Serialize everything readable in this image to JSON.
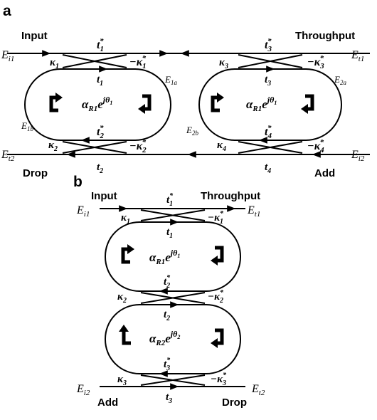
{
  "panel_a": {
    "label": "a",
    "ports": {
      "input": "Input",
      "throughput": "Throughput",
      "drop": "Drop",
      "add": "Add"
    },
    "fields": {
      "ei1": {
        "base": "E",
        "sub": "i1"
      },
      "et1": {
        "base": "E",
        "sub": "t1"
      },
      "et2": {
        "base": "E",
        "sub": "t2"
      },
      "ei2": {
        "base": "E",
        "sub": "i2"
      },
      "e1a": {
        "base": "E",
        "sub": "1a"
      },
      "e1b": {
        "base": "E",
        "sub": "1b"
      },
      "e2a": {
        "base": "E",
        "sub": "2a"
      },
      "e2b": {
        "base": "E",
        "sub": "2b"
      }
    },
    "coefficients": {
      "t1s": {
        "base": "t",
        "sub": "1",
        "sup": "*"
      },
      "t1": {
        "base": "t",
        "sub": "1"
      },
      "k1": {
        "base": "κ",
        "sub": "1"
      },
      "mk1s": {
        "base": "−κ",
        "sub": "1",
        "sup": "*"
      },
      "t2s": {
        "base": "t",
        "sub": "2",
        "sup": "*"
      },
      "t2": {
        "base": "t",
        "sub": "2"
      },
      "k2": {
        "base": "κ",
        "sub": "2"
      },
      "mk2s": {
        "base": "−κ",
        "sub": "2",
        "sup": "*"
      },
      "t3s": {
        "base": "t",
        "sub": "3",
        "sup": "*"
      },
      "t3": {
        "base": "t",
        "sub": "3"
      },
      "k3": {
        "base": "κ",
        "sub": "3"
      },
      "mk3s": {
        "base": "−κ",
        "sub": "3",
        "sup": "*"
      },
      "t4s": {
        "base": "t",
        "sub": "4",
        "sup": "*"
      },
      "t4": {
        "base": "t",
        "sub": "4"
      },
      "k4": {
        "base": "κ",
        "sub": "4"
      },
      "mk4s": {
        "base": "−κ",
        "sub": "4",
        "sup": "*"
      }
    },
    "ring_left": {
      "alpha": "α",
      "alpha_sub": "R1",
      "exp": "e",
      "phase": "jθ",
      "phase_sub": "1"
    },
    "ring_right": {
      "alpha": "α",
      "alpha_sub": "R1",
      "exp": "e",
      "phase": "jθ",
      "phase_sub": "1"
    }
  },
  "panel_b": {
    "label": "b",
    "ports": {
      "input": "Input",
      "throughput": "Throughput",
      "add": "Add",
      "drop": "Drop"
    },
    "fields": {
      "ei1": {
        "base": "E",
        "sub": "i1"
      },
      "et1": {
        "base": "E",
        "sub": "t1"
      },
      "ei2": {
        "base": "E",
        "sub": "i2"
      },
      "et2": {
        "base": "E",
        "sub": "t2"
      }
    },
    "coefficients": {
      "t1s": {
        "base": "t",
        "sub": "1",
        "sup": "*"
      },
      "t1": {
        "base": "t",
        "sub": "1"
      },
      "k1": {
        "base": "κ",
        "sub": "1"
      },
      "mk1s": {
        "base": "−κ",
        "sub": "1",
        "sup": "*"
      },
      "t2s": {
        "base": "t",
        "sub": "2",
        "sup": "*"
      },
      "t2": {
        "base": "t",
        "sub": "2"
      },
      "k2": {
        "base": "κ",
        "sub": "2"
      },
      "mk2s": {
        "base": "−κ",
        "sub": "2",
        "sup": "*"
      },
      "t3s": {
        "base": "t",
        "sub": "3",
        "sup": "*"
      },
      "t3": {
        "base": "t",
        "sub": "3"
      },
      "k3": {
        "base": "κ",
        "sub": "3"
      },
      "mk3s": {
        "base": "−κ",
        "sub": "3",
        "sup": "*"
      }
    },
    "ring_top": {
      "alpha": "α",
      "alpha_sub": "R1",
      "exp": "e",
      "phase": "jθ",
      "phase_sub": "1"
    },
    "ring_bottom": {
      "alpha": "α",
      "alpha_sub": "R2",
      "exp": "e",
      "phase": "jθ",
      "phase_sub": "2"
    }
  }
}
